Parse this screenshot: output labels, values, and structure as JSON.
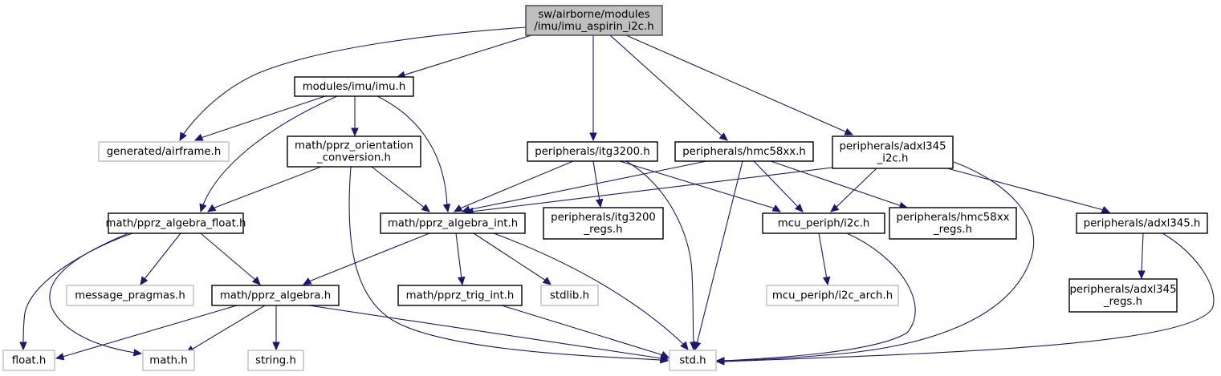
{
  "title": "Include dependency graph for imu_aspirin_i2c.h",
  "colors": {
    "edge": "#191970",
    "root_fill": "#bfbfbf",
    "root_stroke": "#404040",
    "internal_stroke": "#000000",
    "external_stroke": "#bfbfbf"
  },
  "nodes": [
    {
      "id": "root",
      "kind": "root",
      "lines": [
        "sw/airborne/modules",
        "/imu/imu_aspirin_i2c.h"
      ]
    },
    {
      "id": "imu",
      "kind": "internal",
      "lines": [
        "modules/imu/imu.h"
      ]
    },
    {
      "id": "airframe",
      "kind": "external",
      "lines": [
        "generated/airframe.h"
      ]
    },
    {
      "id": "orient",
      "kind": "internal",
      "lines": [
        "math/pprz_orientation",
        "_conversion.h"
      ]
    },
    {
      "id": "itg3200",
      "kind": "internal",
      "lines": [
        "peripherals/itg3200.h"
      ]
    },
    {
      "id": "hmc58xx",
      "kind": "internal",
      "lines": [
        "peripherals/hmc58xx.h"
      ]
    },
    {
      "id": "adxl_i2c",
      "kind": "internal",
      "lines": [
        "peripherals/adxl345",
        "_i2c.h"
      ]
    },
    {
      "id": "alg_float",
      "kind": "internal",
      "lines": [
        "math/pprz_algebra_float.h"
      ]
    },
    {
      "id": "alg_int",
      "kind": "internal",
      "lines": [
        "math/pprz_algebra_int.h"
      ]
    },
    {
      "id": "itg_regs",
      "kind": "internal",
      "lines": [
        "peripherals/itg3200",
        "_regs.h"
      ]
    },
    {
      "id": "i2c",
      "kind": "internal",
      "lines": [
        "mcu_periph/i2c.h"
      ]
    },
    {
      "id": "hmc_regs",
      "kind": "internal",
      "lines": [
        "peripherals/hmc58xx",
        "_regs.h"
      ]
    },
    {
      "id": "adxl",
      "kind": "internal",
      "lines": [
        "peripherals/adxl345.h"
      ]
    },
    {
      "id": "msg_pragmas",
      "kind": "external",
      "lines": [
        "message_pragmas.h"
      ]
    },
    {
      "id": "alg",
      "kind": "internal",
      "lines": [
        "math/pprz_algebra.h"
      ]
    },
    {
      "id": "trig_int",
      "kind": "internal",
      "lines": [
        "math/pprz_trig_int.h"
      ]
    },
    {
      "id": "stdlib",
      "kind": "external",
      "lines": [
        "stdlib.h"
      ]
    },
    {
      "id": "i2c_arch",
      "kind": "external",
      "lines": [
        "mcu_periph/i2c_arch.h"
      ]
    },
    {
      "id": "adxl_regs",
      "kind": "internal",
      "lines": [
        "peripherals/adxl345",
        "_regs.h"
      ]
    },
    {
      "id": "float",
      "kind": "external",
      "lines": [
        "float.h"
      ]
    },
    {
      "id": "math",
      "kind": "external",
      "lines": [
        "math.h"
      ]
    },
    {
      "id": "string",
      "kind": "external",
      "lines": [
        "string.h"
      ]
    },
    {
      "id": "std",
      "kind": "external",
      "lines": [
        "std.h"
      ]
    }
  ],
  "edges": [
    {
      "from": "root",
      "to": "imu"
    },
    {
      "from": "root",
      "to": "airframe"
    },
    {
      "from": "root",
      "to": "itg3200"
    },
    {
      "from": "root",
      "to": "hmc58xx"
    },
    {
      "from": "root",
      "to": "adxl_i2c"
    },
    {
      "from": "imu",
      "to": "airframe"
    },
    {
      "from": "imu",
      "to": "orient"
    },
    {
      "from": "imu",
      "to": "alg_float"
    },
    {
      "from": "imu",
      "to": "alg_int"
    },
    {
      "from": "orient",
      "to": "alg_float"
    },
    {
      "from": "orient",
      "to": "alg_int"
    },
    {
      "from": "orient",
      "to": "std"
    },
    {
      "from": "itg3200",
      "to": "alg_int"
    },
    {
      "from": "itg3200",
      "to": "itg_regs"
    },
    {
      "from": "itg3200",
      "to": "i2c"
    },
    {
      "from": "itg3200",
      "to": "std"
    },
    {
      "from": "hmc58xx",
      "to": "alg_int"
    },
    {
      "from": "hmc58xx",
      "to": "i2c"
    },
    {
      "from": "hmc58xx",
      "to": "hmc_regs"
    },
    {
      "from": "hmc58xx",
      "to": "std"
    },
    {
      "from": "adxl_i2c",
      "to": "alg_int"
    },
    {
      "from": "adxl_i2c",
      "to": "i2c"
    },
    {
      "from": "adxl_i2c",
      "to": "adxl"
    },
    {
      "from": "adxl_i2c",
      "to": "std"
    },
    {
      "from": "alg_float",
      "to": "float"
    },
    {
      "from": "alg_float",
      "to": "math"
    },
    {
      "from": "alg_float",
      "to": "msg_pragmas"
    },
    {
      "from": "alg_float",
      "to": "alg"
    },
    {
      "from": "alg_int",
      "to": "alg"
    },
    {
      "from": "alg_int",
      "to": "trig_int"
    },
    {
      "from": "alg_int",
      "to": "stdlib"
    },
    {
      "from": "alg_int",
      "to": "std"
    },
    {
      "from": "i2c",
      "to": "i2c_arch"
    },
    {
      "from": "i2c",
      "to": "std"
    },
    {
      "from": "adxl",
      "to": "adxl_regs"
    },
    {
      "from": "adxl",
      "to": "std"
    },
    {
      "from": "alg",
      "to": "float"
    },
    {
      "from": "alg",
      "to": "math"
    },
    {
      "from": "alg",
      "to": "string"
    },
    {
      "from": "alg",
      "to": "std"
    },
    {
      "from": "trig_int",
      "to": "std"
    }
  ]
}
